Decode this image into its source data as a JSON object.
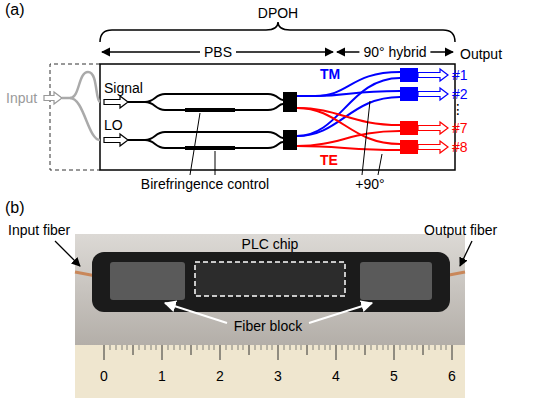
{
  "diagram": {
    "labels": [
      "(a)",
      "DPOH",
      "PBS",
      "90° hybrid",
      "Input",
      "Signal",
      "LO",
      "TM",
      "TE",
      "Output",
      "#1",
      "#2",
      "⋮",
      "#7",
      "#8",
      "Birefringence control",
      "+90°",
      "(b)",
      "Input fiber",
      "PLC chip",
      "Output fiber",
      "Fiber block",
      "0",
      "1",
      "2",
      "3",
      "4",
      "5",
      "6"
    ]
  }
}
